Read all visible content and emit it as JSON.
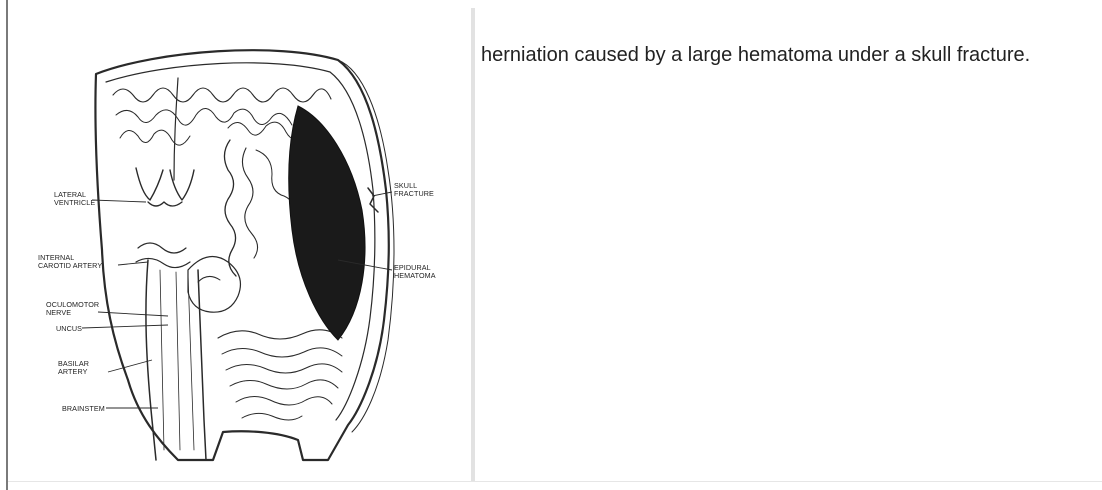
{
  "figure": {
    "labels": {
      "lateral_ventricle_1": "LATERAL",
      "lateral_ventricle_2": "VENTRICLE",
      "internal_carotid_1": "INTERNAL",
      "internal_carotid_2": "CAROTID ARTERY",
      "oculomotor_1": "OCULOMOTOR",
      "oculomotor_2": "NERVE",
      "uncus": "UNCUS",
      "basilar_1": "BASILAR",
      "basilar_2": "ARTERY",
      "brainstem": "BRAINSTEM",
      "skull_fracture_1": "SKULL",
      "skull_fracture_2": "FRACTURE",
      "epidural_hematoma_1": "EPIDURAL",
      "epidural_hematoma_2": "HEMATOMA"
    }
  },
  "caption": {
    "text": "herniation caused by a large hematoma under a skull fracture."
  },
  "colors": {
    "hematoma": "#1a1a1a",
    "ink": "#2a2a2a",
    "divider": "#e2e2e2"
  }
}
